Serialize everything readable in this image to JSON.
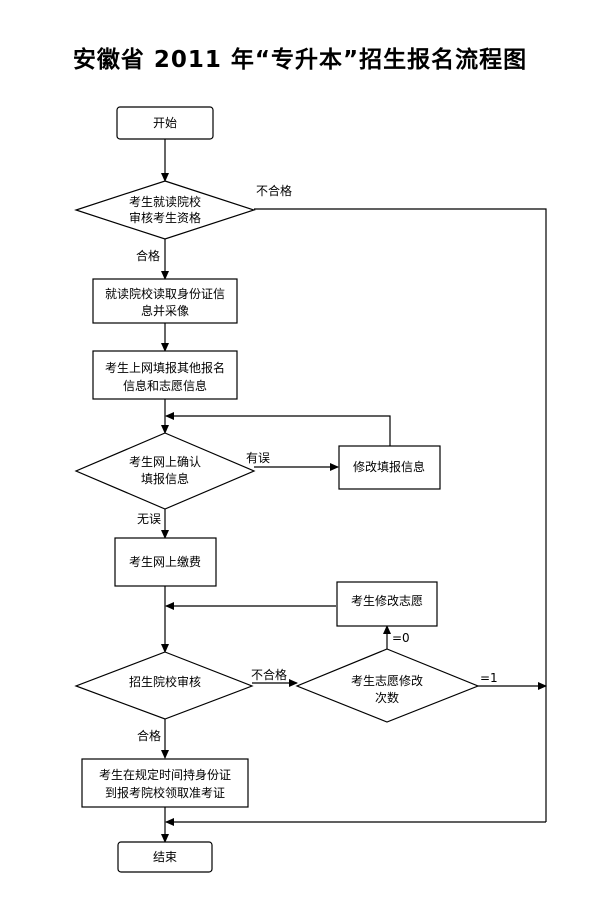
{
  "title": "安徽省 2011 年“专升本”招生报名流程图",
  "nodes": {
    "start": [
      "开始"
    ],
    "check_qualification": [
      "考生就读院校",
      "审核考生资格"
    ],
    "read_id": [
      "就读院校读取身份证信",
      "息并采像"
    ],
    "fill_info": [
      "考生上网填报其他报名",
      "信息和志愿信息"
    ],
    "confirm_info": [
      "考生网上确认",
      "填报信息"
    ],
    "modify_info": [
      "修改填报信息"
    ],
    "pay_online": [
      "考生网上缴费"
    ],
    "modify_preference": [
      "考生修改志愿"
    ],
    "school_review": [
      "招生院校审核"
    ],
    "modify_count": [
      "考生志愿修改",
      "次数"
    ],
    "collect_ticket": [
      "考生在规定时间持身份证",
      "到报考院校领取准考证"
    ],
    "end": [
      "结束"
    ]
  },
  "edge_labels": {
    "unqualified_1": "不合格",
    "qualified_1": "合格",
    "has_error": "有误",
    "no_error": "无误",
    "unqualified_2": "不合格",
    "count_zero": "=0",
    "count_one": "=1",
    "qualified_2": "合格"
  }
}
